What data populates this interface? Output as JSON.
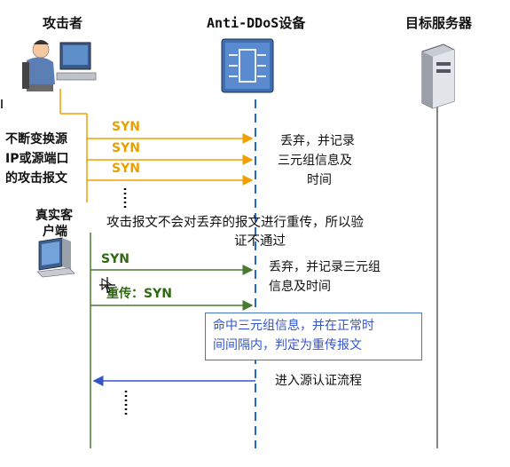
{
  "headers": {
    "attacker": "攻击者",
    "device": "Anti-DDoS设备",
    "server": "目标服务器"
  },
  "attack_block": {
    "desc_lines": [
      "不断变换源",
      "IP或源端口",
      "的攻击报文"
    ],
    "syn_labels": [
      "SYN",
      "SYN",
      "SYN"
    ],
    "drop_note_lines": [
      "丢弃，并记录",
      "三元组信息及",
      "时间"
    ]
  },
  "real_client": {
    "label_lines": [
      "真实客",
      "户端"
    ],
    "no_retransmit_note_lines": [
      "攻击报文不会对丢弃的报文进行重传，所以验",
      "证不通过"
    ],
    "syn_label": "SYN",
    "drop_note_lines": [
      "丢弃，并记录三元组",
      "信息及时间"
    ],
    "retransmit_label": "重传：SYN",
    "match_box_lines": [
      "命中三元组信息，并在正常时",
      "间间隔内，判定为重传报文"
    ],
    "enter_auth": "进入源认证流程"
  },
  "colors": {
    "attack_arrow": "#f0a000",
    "syn_attack_text": "#e8a000",
    "client_arrow": "#4a7a30",
    "client_syn_text": "#2e6a10",
    "device_line": "#2266cc",
    "return_arrow": "#3355cc",
    "box_border": "#4477cc",
    "box_text": "#3355cc"
  }
}
